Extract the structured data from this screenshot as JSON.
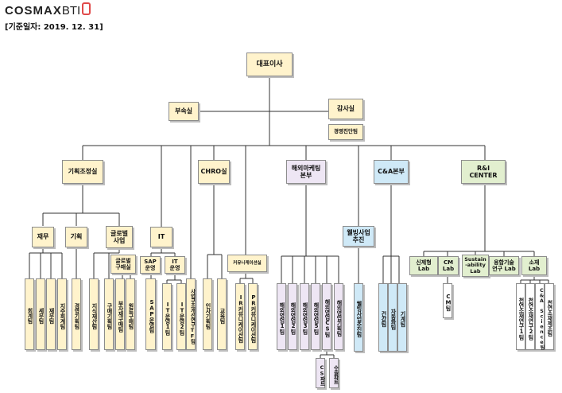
{
  "header": {
    "logo": "COSMAXBTI",
    "date": "[기준일자: 2019. 12. 31]"
  },
  "org": {
    "ceo": "대표이사",
    "staff_left": "부속실",
    "staff_right": "감사실",
    "staff_right_sub": "경영진단팀",
    "divisions": {
      "planning": "기획조정실",
      "chro": "CHRO실",
      "overseas": "해외마케팅\n본부",
      "ca": "C&A본부",
      "rni": "R&I\nCENTER"
    },
    "planning_groups": {
      "finance": "재무",
      "planning": "기획",
      "global_purchasing": "글로벌\n사업",
      "it": "IT"
    },
    "global_sub": "글로벌\n구매실",
    "it_subs": [
      "SAP\n운영",
      "IT\n운영"
    ],
    "chro_sub": "커뮤니케이션실",
    "wellness": "웰빙사업\n추진",
    "labs": [
      "신제형\nLab",
      "CM\nLab",
      "Sustain\n-ability\nLab",
      "융합기술\n연구 Lab",
      "소재\nLab"
    ],
    "teams": {
      "finance": [
        "회계팀",
        "세무팀",
        "재무팀",
        "지주회계팀"
      ],
      "planning": [
        "경영기획팀"
      ],
      "global": [
        "지식재산팀",
        "구매기획팀",
        "부자재구매팀",
        "원료구매팀"
      ],
      "it": [
        "SAP운영팀",
        "IT운영1팀",
        "IT운영2팀"
      ],
      "bizdev": [
        "사업구조개선연구TF팀"
      ],
      "chro": [
        "인사기획팀",
        "교육팀"
      ],
      "comm": [
        "IR커뮤니케이션팀",
        "PR커뮤니케이션팀"
      ],
      "overseas": [
        "해외영업1팀",
        "해외영업2팀",
        "해외영업3팀",
        "해외영업5팀",
        "해외영업CS팀",
        "해외영업기획팀"
      ],
      "overseas_sub": [
        "CS파트",
        "수출파트"
      ],
      "wellness": [
        "웰빙사업추진팀"
      ],
      "ca": [
        "건강팀",
        "자동화팀",
        "기계팀"
      ],
      "cm_lab": [
        "CM팀"
      ],
      "material": [
        "천연소재연구1팀",
        "천연소재연구2팀",
        "C&A Science팀",
        "천연소재제조팀"
      ]
    }
  }
}
